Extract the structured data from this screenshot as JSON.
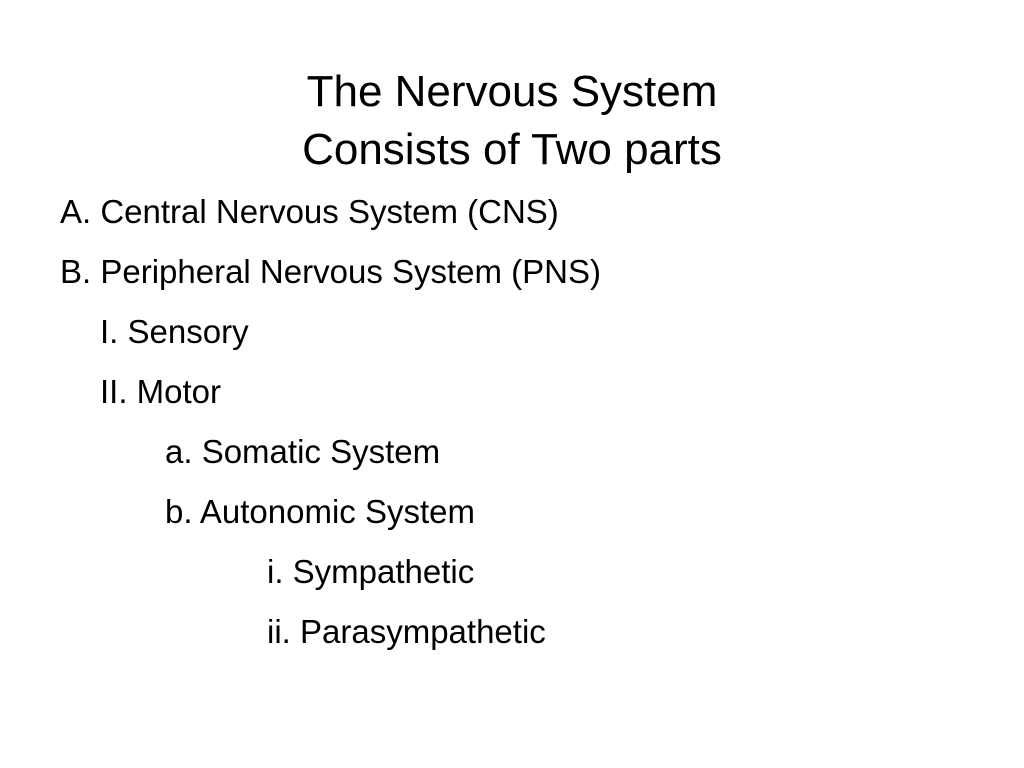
{
  "slide": {
    "title_lines": [
      "The Nervous System",
      "Consists of Two parts"
    ],
    "outline": [
      {
        "text": "A. Central Nervous System (CNS)",
        "level": 0
      },
      {
        "text": "B. Peripheral Nervous System (PNS)",
        "level": 0
      },
      {
        "text": "I.  Sensory",
        "level": 1
      },
      {
        "text": "II. Motor",
        "level": 1
      },
      {
        "text": "a. Somatic System",
        "level": 2
      },
      {
        "text": "b. Autonomic System",
        "level": 2
      },
      {
        "text": "i.  Sympathetic",
        "level": 3
      },
      {
        "text": "ii. Parasympathetic",
        "level": 3
      }
    ]
  }
}
